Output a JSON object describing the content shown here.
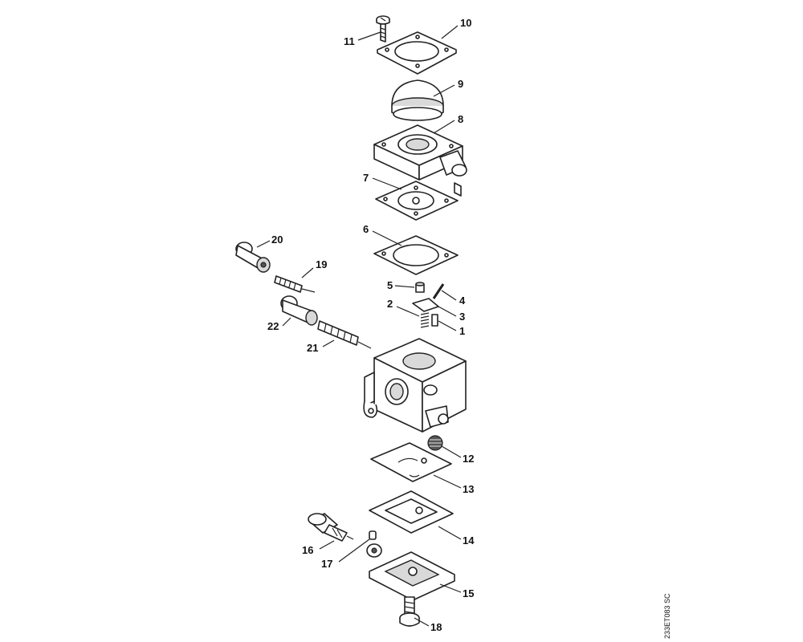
{
  "callouts": [
    {
      "id": "c1",
      "label": "1"
    },
    {
      "id": "c2",
      "label": "2"
    },
    {
      "id": "c3",
      "label": "3"
    },
    {
      "id": "c4",
      "label": "4"
    },
    {
      "id": "c5",
      "label": "5"
    },
    {
      "id": "c6",
      "label": "6"
    },
    {
      "id": "c7",
      "label": "7"
    },
    {
      "id": "c8",
      "label": "8"
    },
    {
      "id": "c9",
      "label": "9"
    },
    {
      "id": "c10",
      "label": "10"
    },
    {
      "id": "c11",
      "label": "11"
    },
    {
      "id": "c12",
      "label": "12"
    },
    {
      "id": "c13",
      "label": "13"
    },
    {
      "id": "c14",
      "label": "14"
    },
    {
      "id": "c15",
      "label": "15"
    },
    {
      "id": "c16",
      "label": "16"
    },
    {
      "id": "c17",
      "label": "17"
    },
    {
      "id": "c18",
      "label": "18"
    },
    {
      "id": "c19",
      "label": "19"
    },
    {
      "id": "c20",
      "label": "20"
    },
    {
      "id": "c21",
      "label": "21"
    },
    {
      "id": "c22",
      "label": "22"
    }
  ],
  "drawing_code": "233ET083 SC",
  "colors": {
    "ink": "#222222",
    "background": "#ffffff",
    "shade": "#d9d9d9"
  }
}
